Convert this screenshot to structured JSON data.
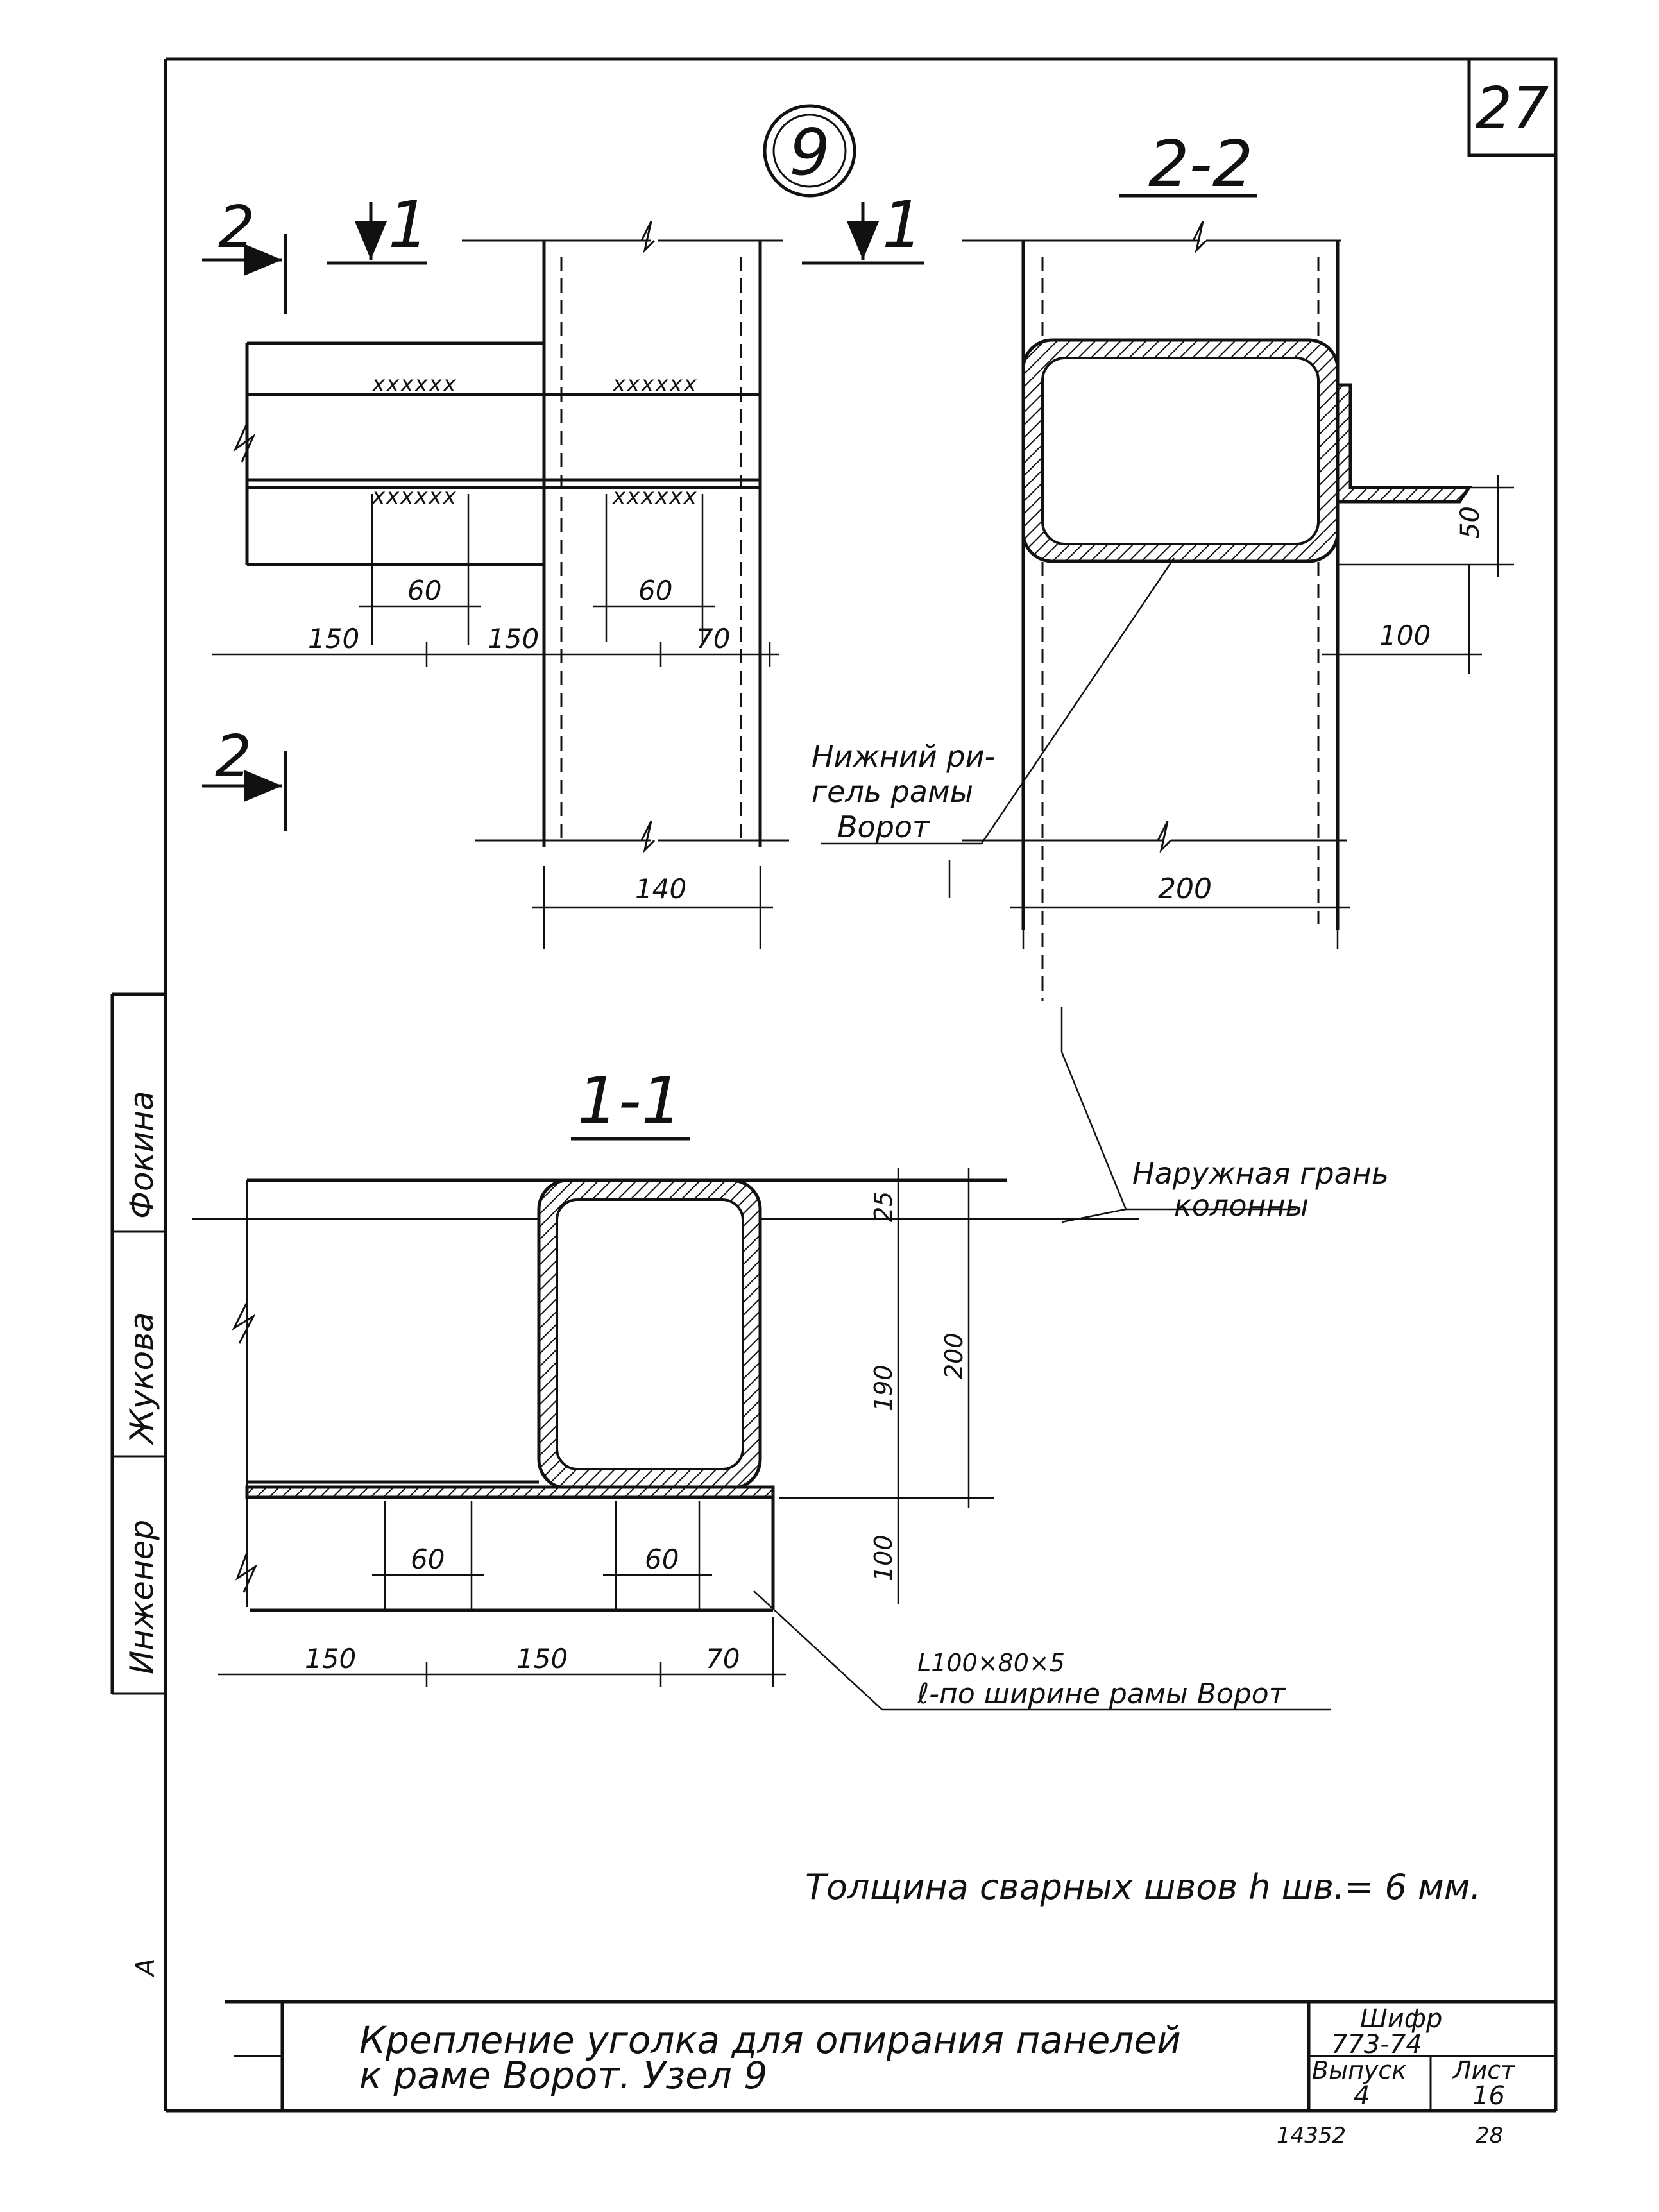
{
  "sheet": {
    "page_number": "27",
    "node_label": "9"
  },
  "views": {
    "plan": {
      "cut1_left": "1",
      "cut1_right": "1",
      "cut2_top": "2",
      "cut2_bottom": "2",
      "dim_150_a": "150",
      "dim_150_b": "150",
      "dim_70": "70",
      "dim_60_a": "60",
      "dim_60_b": "60",
      "dim_140": "140",
      "weld_marks": "xxxxxx"
    },
    "section_22": {
      "title": "2-2",
      "dim_50": "50",
      "dim_100": "100",
      "dim_200": "200",
      "label_line1": "Нижний ри-",
      "label_line2": "гель рамы",
      "label_line3": "Ворот"
    },
    "section_11": {
      "title": "1-1",
      "dim_25": "25",
      "dim_190": "190",
      "dim_200": "200",
      "dim_100": "100",
      "dim_60_a": "60",
      "dim_60_b": "60",
      "dim_150_a": "150",
      "dim_150_b": "150",
      "dim_70": "70",
      "angle_line1": "L100×80×5",
      "angle_line2": "ℓ-по ширине рамы Ворот",
      "column_face_line1": "Наружная грань",
      "column_face_line2": "колонны"
    }
  },
  "note": "Толщина сварных швов h шв.= 6 мм.",
  "title_block": {
    "title_line1": "Крепление уголка для опирания панелей",
    "title_line2": "к раме Ворот.  Узел 9",
    "code_label": "Шифр",
    "code_value": "773-74",
    "issue_label": "Выпуск",
    "issue_value": "4",
    "sheet_label": "Лист",
    "sheet_value": "16",
    "footer_left": "14352",
    "footer_right": "28"
  },
  "side_stamp": {
    "role_engineer": "Инженер",
    "role_other": "Фокина",
    "signature": "Жукова",
    "letter": "А"
  }
}
